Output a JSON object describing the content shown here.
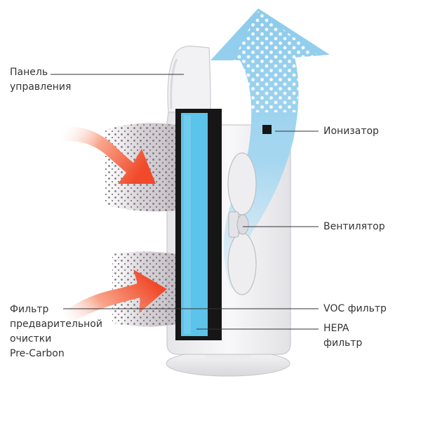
{
  "labels": {
    "control_panel": [
      "Панель",
      "управления"
    ],
    "ionizer": "Ионизатор",
    "fan": "Вентилятор",
    "pre_filter": [
      "Фильтр",
      "предварительной",
      "очистки",
      "Pre-Carbon"
    ],
    "voc_filter": "VOC фильтр",
    "hepa_filter": [
      "HEPA",
      "фильтр"
    ]
  },
  "colors": {
    "intake_arrow": "#f04a2a",
    "outflow_arrow": "#9fd3ee",
    "hepa_filter": "#5cc4ea",
    "voc_filter": "#161616",
    "housing": "#f4f4f6",
    "particles": "#6e6470",
    "leader_line": "#333333"
  }
}
